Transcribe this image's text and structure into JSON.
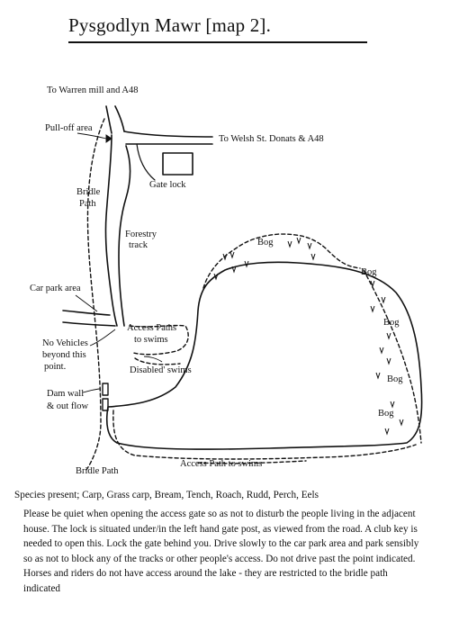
{
  "title": "Pysgodlyn Mawr [map 2].",
  "map": {
    "labels": {
      "warren": "To Warren mill and A48",
      "pulloff": "Pull-off area",
      "welsh": "To Welsh St. Donats & A48",
      "gatelock": "Gate lock",
      "bridle_top_1": "Bridle",
      "bridle_top_2": "Path",
      "forestry_1": "Forestry",
      "forestry_2": "track",
      "carpark": "Car park area",
      "access_1": "Access Paths",
      "access_2": "to swims",
      "novehicles_1": "No Vehicles",
      "novehicles_2": "beyond this",
      "novehicles_3": "point.",
      "disabled": "Disabled' swims",
      "dam_1": "Dam wall",
      "dam_2": "& out flow",
      "bridle_bottom": "Bridle Path",
      "access_bottom": "Access Path to swims",
      "bog_1": "Bog",
      "bog_2": "Bog",
      "bog_3": "Bog",
      "bog_4": "Bog",
      "bog_5": "Bog"
    }
  },
  "species": "Species present; Carp, Grass carp, Bream, Tench, Roach, Rudd, Perch, Eels",
  "notes": "Please be quiet when opening the access gate so as not to disturb the people living in the adjacent house. The lock is situated under/in the left hand gate post, as viewed from the road. A club key is needed to open this. Lock the gate behind you. Drive slowly to the car park area and park sensibly so as not to block any of the tracks or other people's access. Do not drive past the point indicated. Horses and riders do not have access around the lake - they are restricted to the bridle path indicated"
}
